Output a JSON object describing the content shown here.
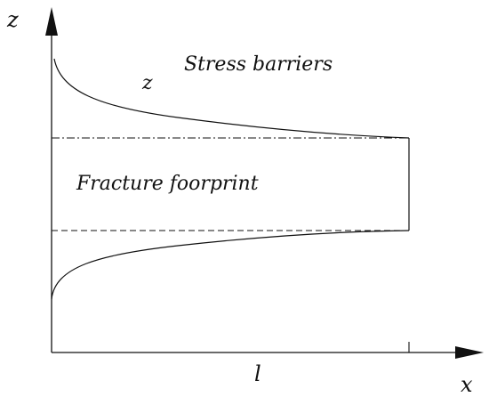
{
  "axes": {
    "y_label": "z",
    "x_label": "x",
    "length_label": "l"
  },
  "labels": {
    "curve_label": "z",
    "stress_barriers": "Stress barriers",
    "fracture_footprint": "Fracture foorprint"
  },
  "colors": {
    "ink": "#111111",
    "background": "#ffffff"
  }
}
